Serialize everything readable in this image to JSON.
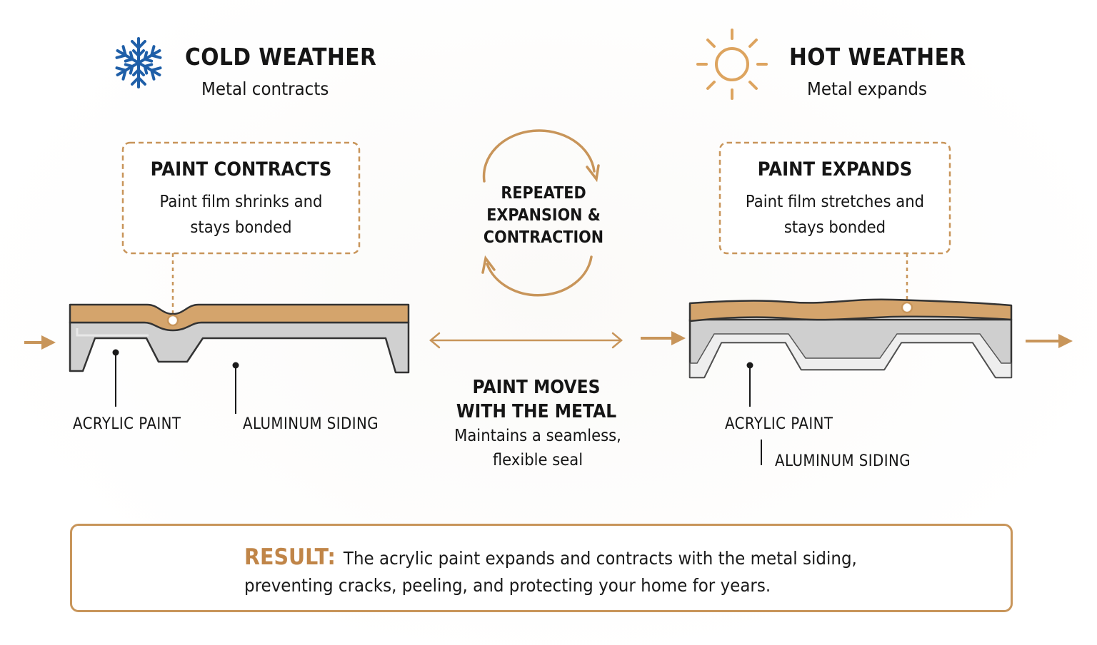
{
  "cold": {
    "title": "COLD WEATHER",
    "subtitle": "Metal contracts",
    "box_title": "PAINT CONTRACTS",
    "box_text": "Paint film shrinks and stays bonded",
    "label_paint": "ACRYLIC PAINT",
    "label_siding": "ALUMINUM SIDING"
  },
  "hot": {
    "title": "HOT WEATHER",
    "subtitle": "Metal expands",
    "box_title": "PAINT EXPANDS",
    "box_text": "Paint film stretches and stays bonded",
    "label_paint": "ACRYLIC PAINT",
    "label_siding": "ALUMINUM SIDING"
  },
  "cycle": {
    "label": "REPEATED EXPANSION & CONTRACTION"
  },
  "center": {
    "title": "PAINT MOVES WITH THE METAL",
    "subtitle": "Maintains a seamless, flexible seal"
  },
  "result": {
    "label": "RESULT:",
    "text": "The acrylic paint expands and contracts with the metal siding, preventing cracks, peeling, and protecting your home for years."
  },
  "icons": {
    "cold": "snowflake-icon",
    "hot": "sun-icon",
    "cycle": "cycle-arrows-icon",
    "result": "check-circle-icon"
  },
  "colors": {
    "paint": "#d4a46c",
    "accent": "#c8955a",
    "metal": "#cfcfcf",
    "snowflake": "#1f5fa8",
    "text": "#151515"
  }
}
